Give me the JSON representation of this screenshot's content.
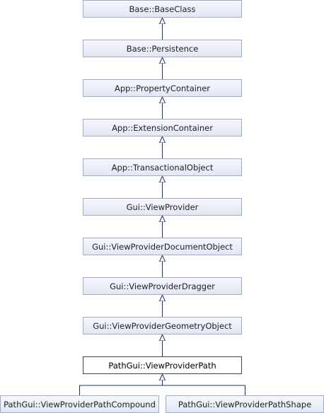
{
  "diagram": {
    "nodes": [
      {
        "id": "base-baseclass",
        "label": "Base::BaseClass"
      },
      {
        "id": "base-persistence",
        "label": "Base::Persistence"
      },
      {
        "id": "app-propertycontainer",
        "label": "App::PropertyContainer"
      },
      {
        "id": "app-extensioncontainer",
        "label": "App::ExtensionContainer"
      },
      {
        "id": "app-transactionalobject",
        "label": "App::TransactionalObject"
      },
      {
        "id": "gui-viewprovider",
        "label": "Gui::ViewProvider"
      },
      {
        "id": "gui-viewproviderdocumentobject",
        "label": "Gui::ViewProviderDocumentObject"
      },
      {
        "id": "gui-viewproviderdragger",
        "label": "Gui::ViewProviderDragger"
      },
      {
        "id": "gui-viewprovidergeometryobject",
        "label": "Gui::ViewProviderGeometryObject"
      },
      {
        "id": "pathgui-viewproviderpath",
        "label": "PathGui::ViewProviderPath"
      },
      {
        "id": "pathgui-viewproviderpathcompound",
        "label": "PathGui::ViewProviderPathCompound"
      },
      {
        "id": "pathgui-viewproviderpathshape",
        "label": "PathGui::ViewProviderPathShape"
      }
    ],
    "edges": [
      {
        "from": "base-persistence",
        "to": "base-baseclass"
      },
      {
        "from": "app-propertycontainer",
        "to": "base-persistence"
      },
      {
        "from": "app-extensioncontainer",
        "to": "app-propertycontainer"
      },
      {
        "from": "app-transactionalobject",
        "to": "app-extensioncontainer"
      },
      {
        "from": "gui-viewprovider",
        "to": "app-transactionalobject"
      },
      {
        "from": "gui-viewproviderdocumentobject",
        "to": "gui-viewprovider"
      },
      {
        "from": "gui-viewproviderdragger",
        "to": "gui-viewproviderdocumentobject"
      },
      {
        "from": "gui-viewprovidergeometryobject",
        "to": "gui-viewproviderdragger"
      },
      {
        "from": "pathgui-viewproviderpath",
        "to": "gui-viewprovidergeometryobject"
      },
      {
        "from": "pathgui-viewproviderpathcompound",
        "to": "pathgui-viewproviderpath"
      },
      {
        "from": "pathgui-viewproviderpathshape",
        "to": "pathgui-viewproviderpath"
      }
    ],
    "colors": {
      "node_border": "#9daac8",
      "node_fill": "#e1e6f2",
      "current_border": "#444444",
      "edge": "#1a2f6e"
    }
  }
}
